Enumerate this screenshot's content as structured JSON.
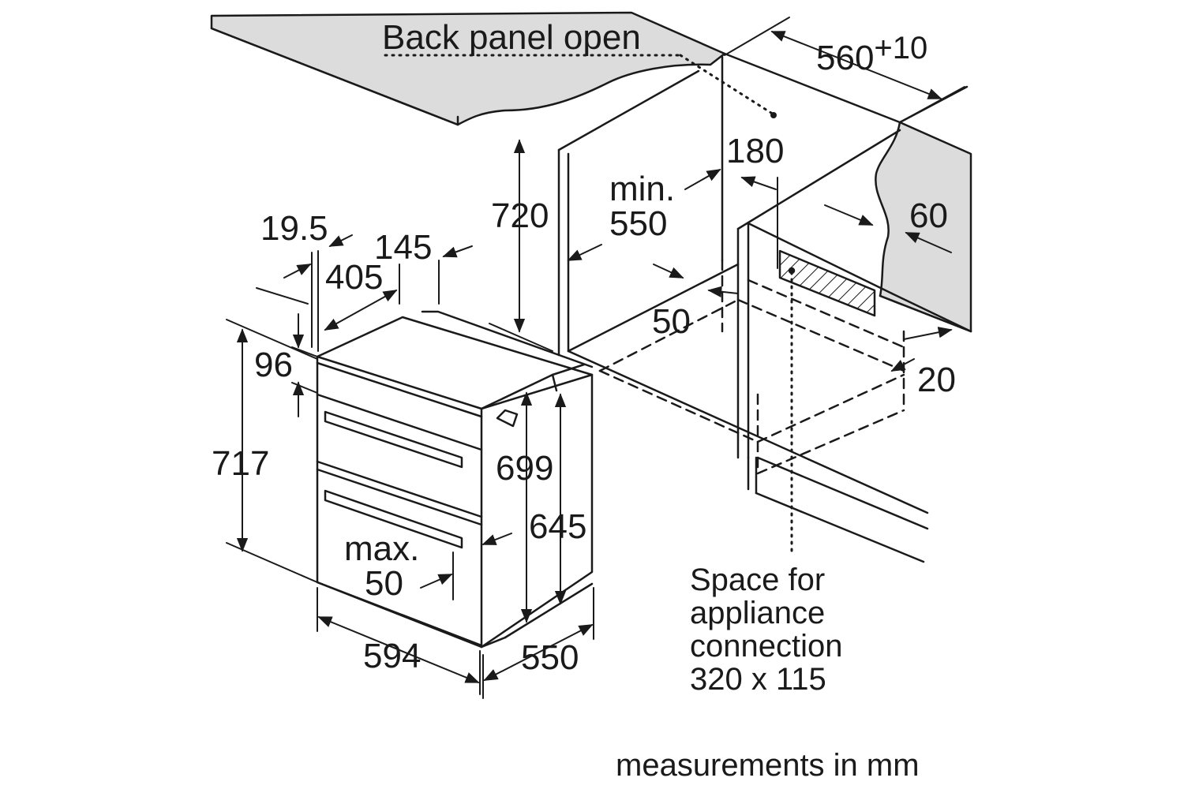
{
  "labels": {
    "back_panel_open": "Back panel open",
    "niche_width_value": "560",
    "niche_width_tolerance": "+10",
    "dim_180": "180",
    "min_label": "min.",
    "niche_depth": "550",
    "dim_60": "60",
    "niche_height": "720",
    "dim_19_5": "19.5",
    "dim_145": "145",
    "dim_405": "405",
    "dim_96": "96",
    "dim_50_floor": "50",
    "dim_20": "20",
    "dim_717": "717",
    "dim_699": "699",
    "dim_645": "645",
    "max_label": "max.",
    "max_value": "50",
    "dim_594": "594",
    "dim_550_depth": "550",
    "connection_line1": "Space for",
    "connection_line2": "appliance",
    "connection_line3": "connection",
    "connection_line4": "320 x 115",
    "units_note": "measurements in mm"
  },
  "colors": {
    "line": "#1a1a1a",
    "worktop_fill": "#dcdcdc",
    "hatch": "#1a1a1a",
    "background": "#ffffff"
  }
}
